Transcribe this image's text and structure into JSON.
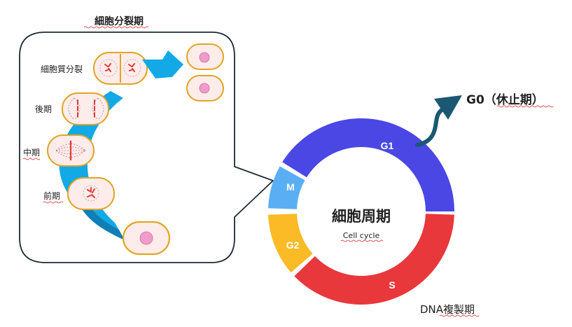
{
  "division": {
    "title": "細胞分裂期",
    "stages": [
      "細胞質分裂",
      "後期",
      "中期",
      "前期"
    ]
  },
  "cycle": {
    "title": "細胞周期",
    "subtitle": "Cell cycle",
    "phases": [
      {
        "key": "G1",
        "label": "G1",
        "color": "#4a47e4"
      },
      {
        "key": "S",
        "label": "S",
        "color": "#e8383b"
      },
      {
        "key": "G2",
        "label": "G2",
        "color": "#fbbb26"
      },
      {
        "key": "M",
        "label": "M",
        "color": "#5aaff4"
      }
    ],
    "g0_label": "G0（休止期）",
    "s_caption": "DNA複製期"
  },
  "colors": {
    "cell_fill": "#fdecea",
    "cell_border": "#e0a526",
    "nucleus": "#ef9ccb",
    "arrow_cyan": "#12a9e6",
    "arrow_dark": "#0f7fb6",
    "g0_arrow": "#1b5873",
    "callout_border": "#1c2a35"
  }
}
